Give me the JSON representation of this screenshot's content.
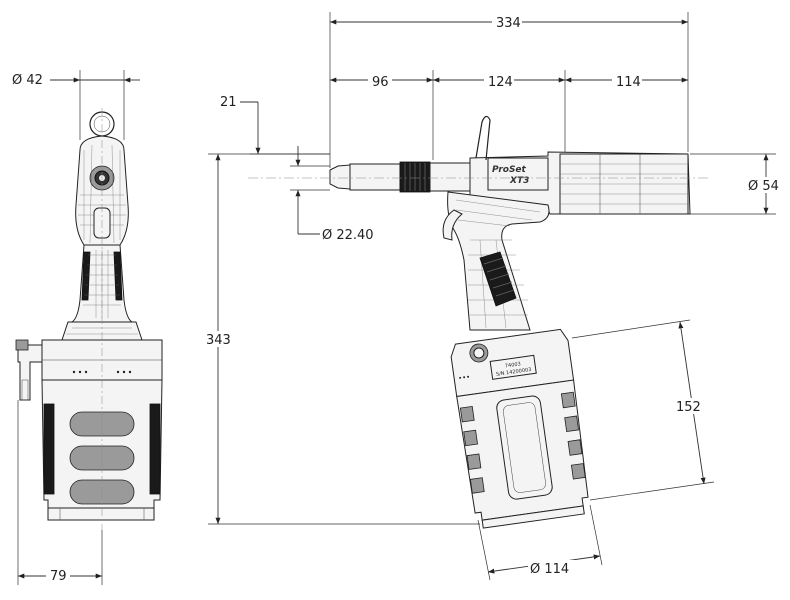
{
  "drawing": {
    "dimensions": {
      "front_top_diameter": "Ø 42",
      "front_bottom_width": "79",
      "overall_length": "334",
      "segment_nose": "96",
      "segment_middle": "124",
      "segment_rear": "114",
      "nose_offset": "21",
      "nose_diameter": "Ø 22.40",
      "body_diameter": "Ø 54",
      "overall_height": "343",
      "reservoir_height": "152",
      "reservoir_diameter": "Ø 114"
    },
    "tool_labels": {
      "brand": "ProSet",
      "model": "XT3",
      "plate_line1": "74003",
      "plate_line2": "S/N 14200003"
    }
  }
}
